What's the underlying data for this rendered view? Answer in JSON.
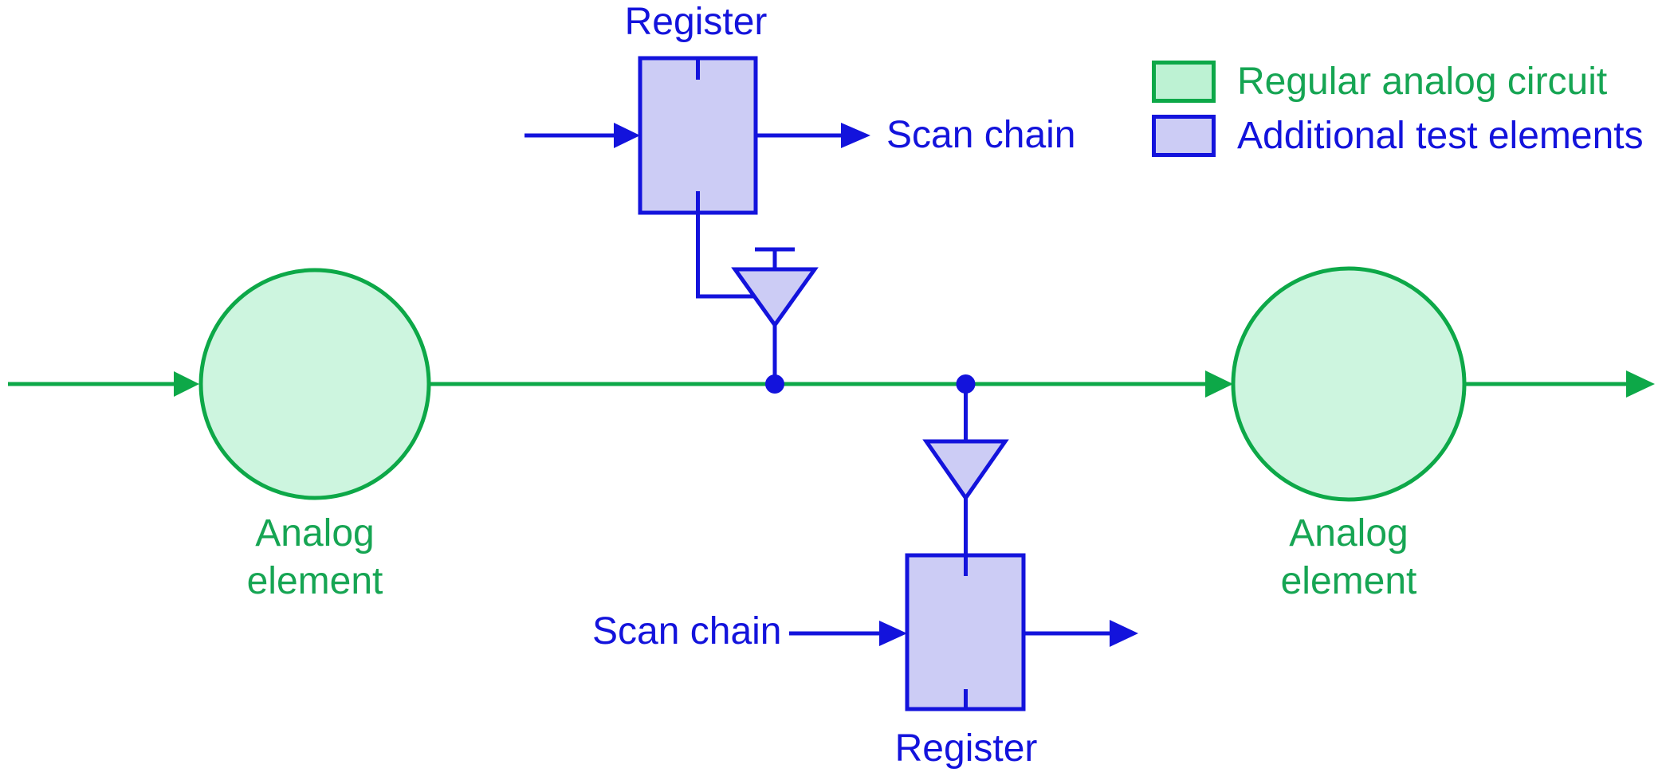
{
  "diagram": {
    "type": "analog-scan-test-schematic",
    "labels": {
      "register_top": "Register",
      "register_bottom": "Register",
      "scan_chain_top": "Scan chain",
      "scan_chain_bottom": "Scan chain",
      "analog_left": "Analog element",
      "analog_right": "Analog element"
    },
    "legend": {
      "items": [
        {
          "label": "Regular analog circuit",
          "swatch": "regular-analog-circuit"
        },
        {
          "label": "Additional test elements",
          "swatch": "additional-test-elements"
        }
      ]
    },
    "colors": {
      "green_stroke": "#0DA848",
      "green_fill": "#CDF5DF",
      "green_text": "#16A553",
      "legend_green_fill": "#BDF2D3",
      "blue": "#1313DC",
      "blue_fill": "#CCCCF5",
      "background": "#FFFFFF"
    }
  }
}
